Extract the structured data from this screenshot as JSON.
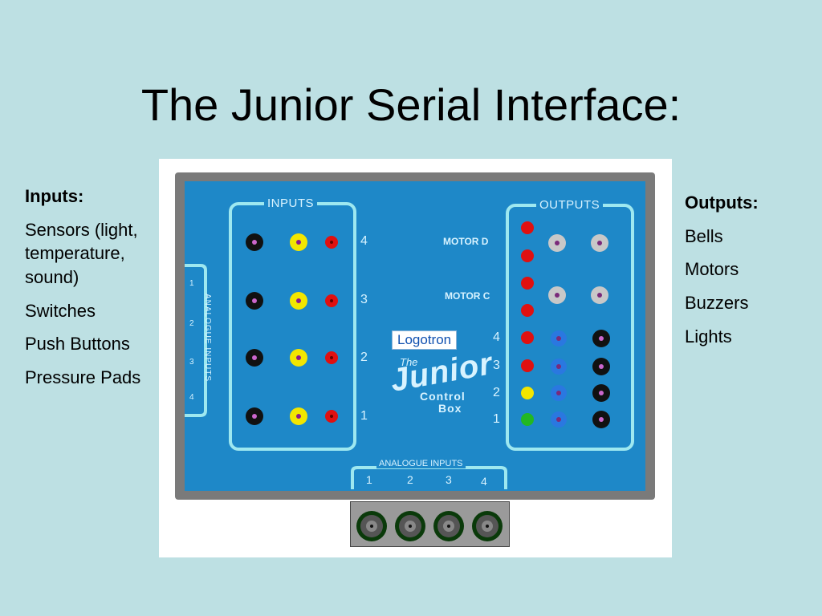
{
  "slide": {
    "title": "The Junior Serial Interface:"
  },
  "inputs_list": {
    "heading": "Inputs:",
    "items": [
      "Sensors (light, temperature, sound)",
      "Switches",
      "Push Buttons",
      "Pressure Pads"
    ]
  },
  "outputs_list": {
    "heading": "Outputs:",
    "items": [
      "Bells",
      "Motors",
      "Buzzers",
      "Lights"
    ]
  },
  "diagram": {
    "inputs_title": "INPUTS",
    "outputs_title": "OUTPUTS",
    "input_numbers": [
      "4",
      "3",
      "2",
      "1"
    ],
    "output_numbers": [
      "4",
      "3",
      "2",
      "1"
    ],
    "motor_d": "MOTOR D",
    "motor_c": "MOTOR C",
    "brand": "Logotron",
    "product_the": "The",
    "product_name": "Junior",
    "product_sub1": "Control",
    "product_sub2": "Box",
    "analogue_bottom_title": "ANALOGUE INPUTS",
    "analogue_bottom_numbers": [
      "1",
      "2",
      "3",
      "4"
    ],
    "analogue_side_title": "ANALOGUE INPUTS",
    "analogue_side_numbers": [
      "1",
      "2",
      "3",
      "4"
    ]
  },
  "colors": {
    "background": "#bde0e3",
    "panel": "#1e88c8",
    "frame": "#7a7a7a",
    "outline": "#9ee8f0"
  }
}
